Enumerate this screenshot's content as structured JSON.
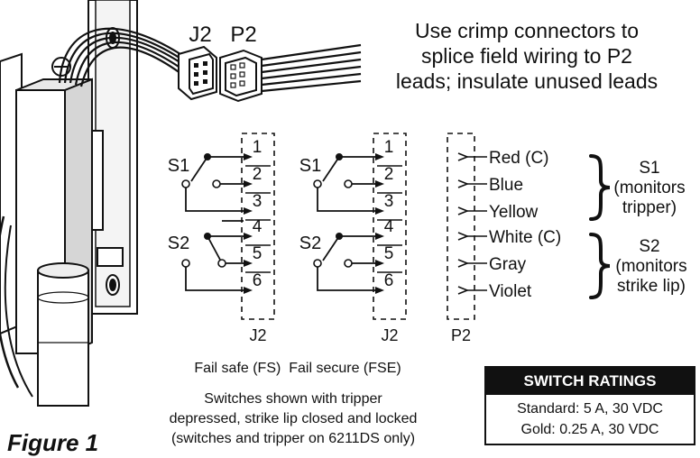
{
  "callout": {
    "line1": "Use crimp connectors to",
    "line2": "splice field wiring to P2",
    "line3": "leads; insulate unused leads"
  },
  "connector_labels": {
    "j2": "J2",
    "p2": "P2"
  },
  "fail_safe": {
    "switch1": "S1",
    "switch2": "S2",
    "pins": [
      "1",
      "2",
      "3",
      "4",
      "5",
      "6"
    ],
    "connector": "J2"
  },
  "fail_secure": {
    "switch1": "S1",
    "switch2": "S2",
    "pins": [
      "1",
      "2",
      "3",
      "4",
      "5",
      "6"
    ],
    "connector": "J2"
  },
  "p2_block": {
    "connector": "P2",
    "leads": [
      "Red (C)",
      "Blue",
      "Yellow",
      "White (C)",
      "Gray",
      "Violet"
    ]
  },
  "groups": {
    "s1": {
      "name": "S1",
      "line1": "(monitors",
      "line2": "tripper)"
    },
    "s2": {
      "name": "S2",
      "line1": "(monitors",
      "line2": "strike lip)"
    }
  },
  "mode_caption": "Fail safe (FS)  Fail secure (FSE)",
  "switch_note": {
    "line1": "Switches shown with tripper",
    "line2": "depressed, strike lip closed and locked",
    "line3": "(switches and tripper on 6211DS only)"
  },
  "figure_label": "Figure 1",
  "switch_ratings": {
    "title": "SWITCH RATINGS",
    "standard": "Standard: 5 A, 30 VDC",
    "gold": "Gold: 0.25 A, 30 VDC"
  }
}
